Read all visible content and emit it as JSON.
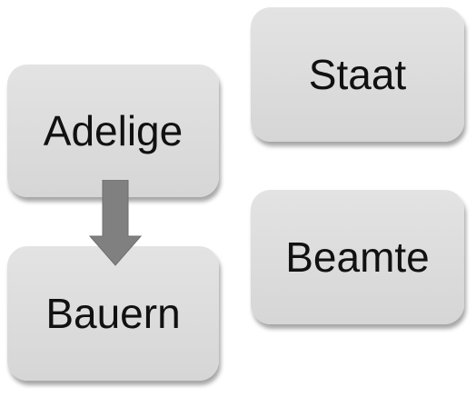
{
  "diagram": {
    "boxes": {
      "adelige": "Adelige",
      "bauern": "Bauern",
      "staat": "Staat",
      "beamte": "Beamte"
    },
    "arrows": [
      {
        "from": "adelige",
        "to": "bauern"
      }
    ]
  },
  "colors": {
    "box_fill": "#dcdcdc",
    "arrow_fill": "#808080",
    "text": "#111111"
  }
}
